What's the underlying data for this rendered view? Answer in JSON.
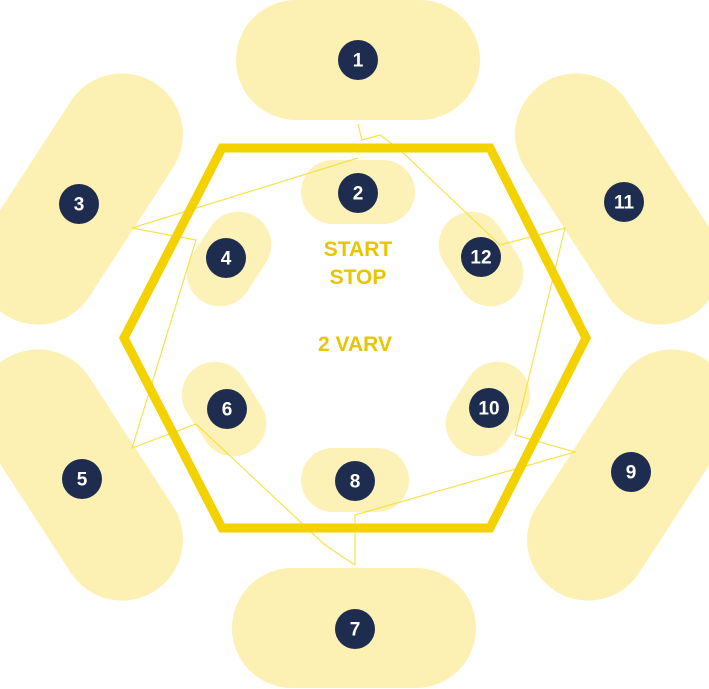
{
  "diagram": {
    "labels": {
      "start": "START",
      "stop": "STOP",
      "laps": "2 VARV"
    },
    "markers": [
      "1",
      "2",
      "3",
      "4",
      "5",
      "6",
      "7",
      "8",
      "9",
      "10",
      "11",
      "12"
    ],
    "colors": {
      "hexagon": "#f3d200",
      "pad": "#fcf0b3",
      "marker": "#1e2d4f",
      "marker_text": "#ffffff",
      "center_text": "#e8c500"
    }
  }
}
